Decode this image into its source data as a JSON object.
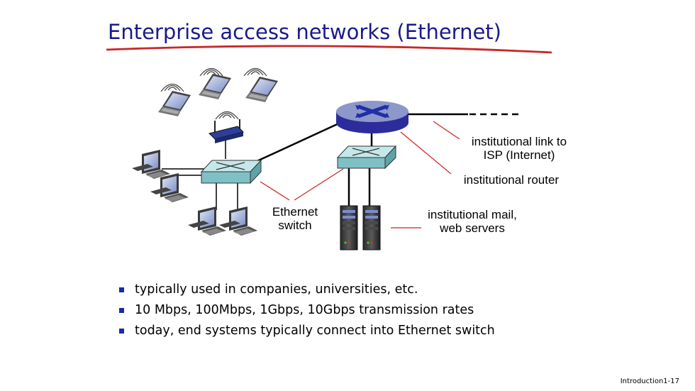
{
  "slide": {
    "title": "Enterprise access networks (Ethernet)",
    "footer": "Introduction1-17"
  },
  "diagram": {
    "labels": {
      "switch": [
        "Ethernet",
        "switch"
      ],
      "link": [
        "institutional link to",
        "ISP (Internet)"
      ],
      "router": "institutional router",
      "servers": [
        "institutional mail,",
        "web servers"
      ]
    }
  },
  "bullets": [
    "typically used in companies, universities, etc.",
    "10 Mbps, 100Mbps, 1Gbps, 10Gbps transmission rates",
    "today, end systems typically connect into Ethernet switch"
  ],
  "colors": {
    "title": "#1a1a8c",
    "underline": "#c82828",
    "router": "#3c3cb4",
    "switch": "#9fd3d6",
    "bullet": "#1a2aa8",
    "annotation_line": "#cc2222"
  }
}
